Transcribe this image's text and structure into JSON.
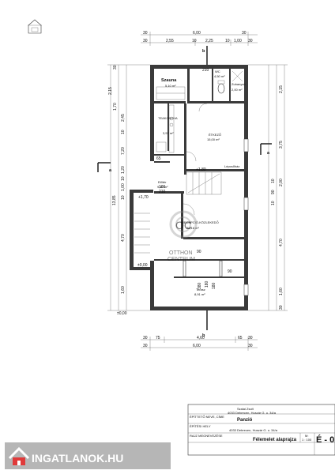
{
  "dims": {
    "top_row1": [
      "30",
      "6,00",
      "30"
    ],
    "top_row2": [
      "30",
      "2,55",
      "10",
      "2,25",
      "10",
      "1,00",
      "30"
    ],
    "bottom_row1": [
      "30",
      "75",
      "4,60",
      "65",
      "30"
    ],
    "bottom_row2": [
      "30",
      "6,00",
      "30"
    ],
    "left_col1": [
      "2,15",
      "13,85",
      "7,20",
      "4,70",
      "1,60"
    ],
    "left_col2": [
      "2,45",
      "10",
      "1,20",
      "10",
      "1,00",
      "10",
      "1,70",
      "30"
    ],
    "right_col": [
      "2,15",
      "3,75",
      "2,00",
      "10",
      "90",
      "10",
      "4,70",
      "1,60",
      "30"
    ]
  },
  "rooms": {
    "szauna": {
      "name": "Szauna",
      "area": "5,10 m²"
    },
    "wc": {
      "name": "WC",
      "area": "4,50 m²"
    },
    "zuhanyzo": {
      "name": "Zuhanyzó",
      "area": "2,00 m²"
    },
    "teakonyha": {
      "name": "TEAKONYHA",
      "area": "3,57 m²"
    },
    "etkezo": {
      "name": "ÉTKEZŐ",
      "area": "15,00 m²"
    },
    "eloter": {
      "name": "Előtér",
      "area": "9,40 m²"
    },
    "recepcio": {
      "name": "RECEPCIÓ-KÖZLEKEDŐ",
      "area": "28,16 m²"
    },
    "terasz": {
      "name": "Terasz",
      "area": "8,91 m²"
    },
    "lepcsohaz": {
      "name": "Lépcsőház"
    }
  },
  "levels": {
    "plus180": "+1,80",
    "plus170": "+1,70",
    "plus000": "±0,00",
    "minus000": "±0,00",
    "a_left": "a",
    "a_right": "a",
    "b_top": "b",
    "b_bottom": "b"
  },
  "openings": {
    "d_wc": "210",
    "d_small": "65",
    "d_door": "90",
    "d_entry": "100",
    "d_entry2": "210",
    "w_window": "90",
    "w_height": "180",
    "step1": "380",
    "step2": "180"
  },
  "titleblock": {
    "designer": "Szalai Zsolt",
    "designer_address": "4033 Debrecen, Huszár G. u. 34/a",
    "client_label": "ÉPÍTTETŐ NEVE, CÍME",
    "project": "Panzió",
    "project_label": "ÉPÍTÉSI HELY",
    "project_address": "4033 Debrecen, Huszár G. u. 34/a",
    "sheet_label": "RAJZ MEGNEVEZÉSE",
    "sheet_title": "Félemelet alaprajza",
    "scale_label": "M:",
    "scale": "1 : 100",
    "sheet_no": "É - 0"
  },
  "watermark": {
    "letters": "OC",
    "line1": "OTTHON",
    "line2": "CENTRUM"
  },
  "banner": {
    "brand": "INGATLANOK.HU"
  }
}
